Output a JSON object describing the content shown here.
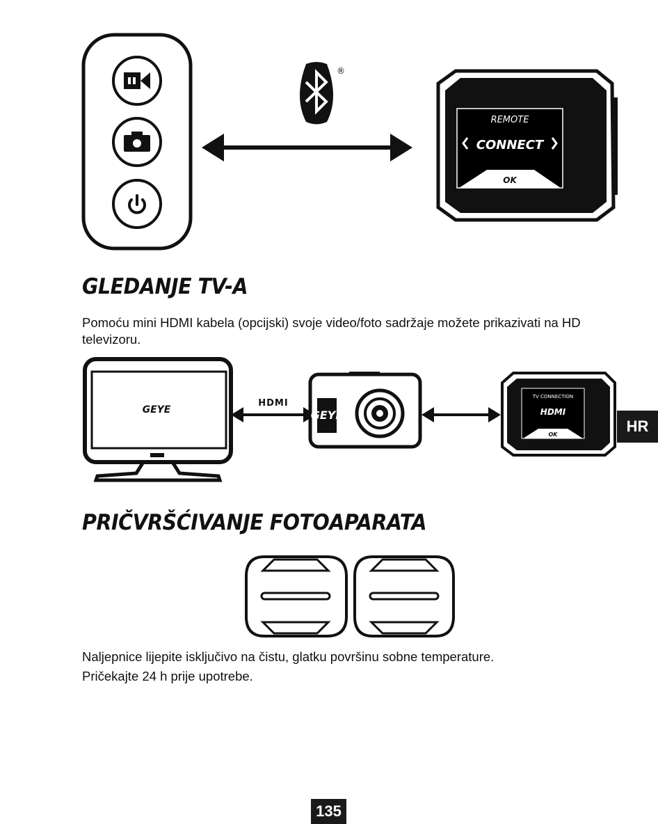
{
  "remote_diagram": {
    "screen_title": "REMOTE",
    "screen_option": "CONNECT",
    "screen_ok": "OK",
    "record_icon": "video-camera-icon",
    "photo_icon": "camera-icon",
    "power_icon": "power-icon",
    "wireless_icon": "bluetooth-icon",
    "wireless_mark": "®"
  },
  "tv_section": {
    "heading": "GLEDANJE TV-A",
    "body": "Pomoću mini HDMI kabela (opcijski) svoje video/foto sadržaje možete prikazivati na HD televizoru.",
    "tv_logo": "GEYE",
    "cable_label": "HDMI",
    "camera_logo": "GEYE",
    "screen_title": "TV CONNECTION",
    "screen_option": "HDMI",
    "screen_ok": "OK"
  },
  "mount_section": {
    "heading": "PRIČVRŠĆIVANJE FOTOAPARATA",
    "line1": "Naljepnice lijepite isključivo na čistu, glatku površinu sobne temperature.",
    "line2": "Pričekajte 24 h prije upotrebe."
  },
  "language_tab": "HR",
  "page_number": "135"
}
